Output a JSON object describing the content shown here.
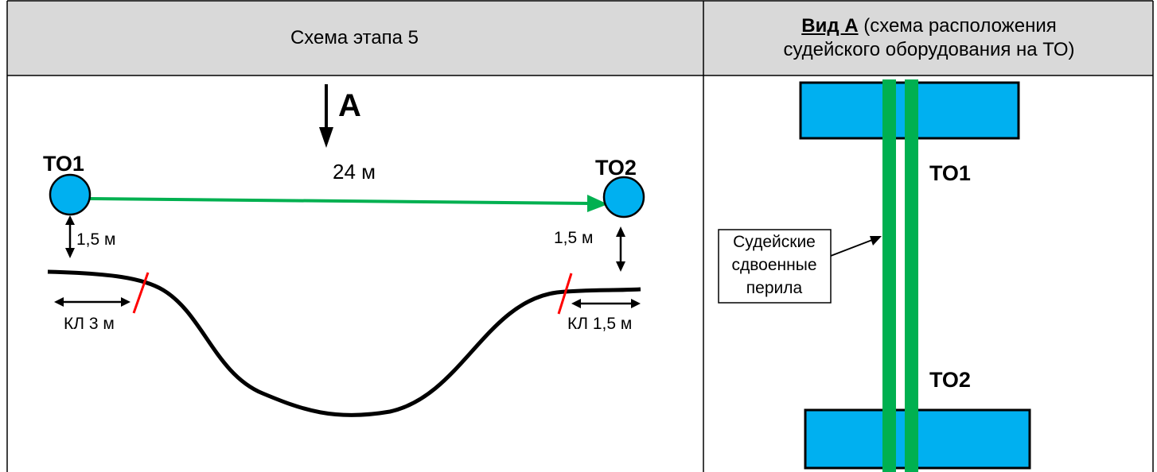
{
  "header": {
    "left_title": "Схема этапа 5",
    "right_title_bold": "Вид А",
    "right_title_rest_line1": " (схема расположения",
    "right_title_line2": "судейского оборудования на ТО)"
  },
  "scheme": {
    "direction_label": "А",
    "to1_label": "ТО1",
    "to2_label": "ТО2",
    "span_label": "24 м",
    "to1_height_label": "1,5 м",
    "to2_height_label": "1,5 м",
    "control_line_left_label": "КЛ 3 м",
    "control_line_right_label": "КЛ 1,5 м"
  },
  "view_a": {
    "to1_label": "ТО1",
    "to2_label": "ТО2",
    "callout_line1": "Судейские",
    "callout_line2": "сдвоенные",
    "callout_line3": "перила"
  },
  "colors": {
    "header_bg": "#d9d9d9",
    "node_fill": "#00b0f0",
    "rope_green": "#00b050",
    "control_line_red": "#ff0000",
    "outline": "#000000"
  }
}
